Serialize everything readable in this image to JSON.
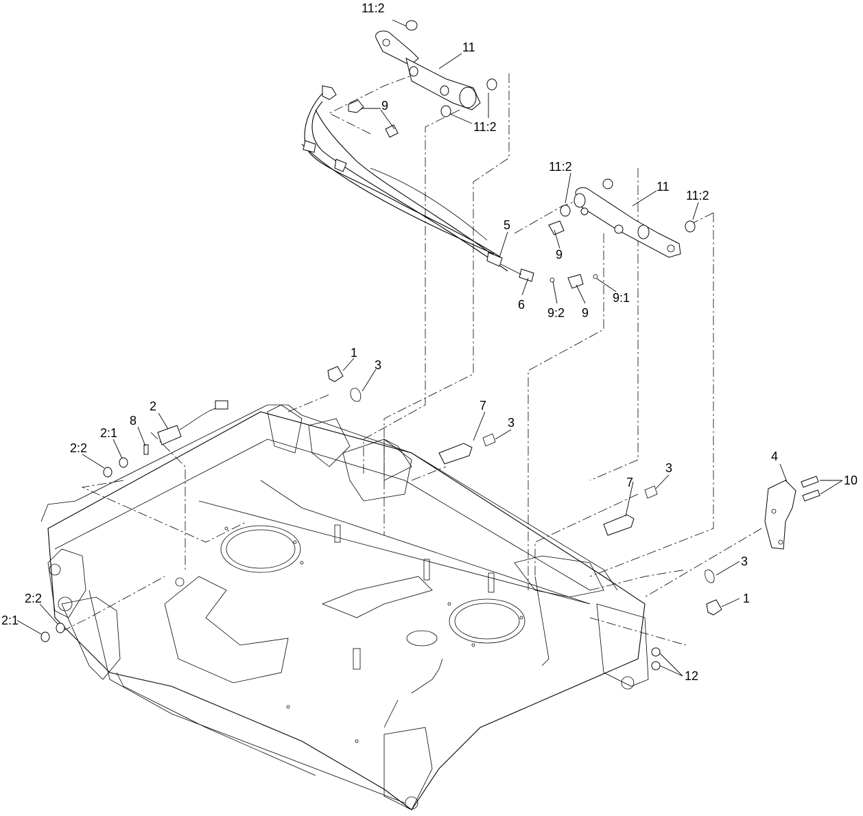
{
  "callouts": [
    {
      "id": "c1",
      "text": "11:2"
    },
    {
      "id": "c2",
      "text": "11"
    },
    {
      "id": "c3",
      "text": "9"
    },
    {
      "id": "c4",
      "text": "11:2"
    },
    {
      "id": "c5",
      "text": "11:2"
    },
    {
      "id": "c6",
      "text": "11"
    },
    {
      "id": "c7",
      "text": "11:2"
    },
    {
      "id": "c8",
      "text": "5"
    },
    {
      "id": "c9",
      "text": "9"
    },
    {
      "id": "c10",
      "text": "6"
    },
    {
      "id": "c11",
      "text": "9:2"
    },
    {
      "id": "c12",
      "text": "9"
    },
    {
      "id": "c13",
      "text": "9:1"
    },
    {
      "id": "c14",
      "text": "1"
    },
    {
      "id": "c15",
      "text": "3"
    },
    {
      "id": "c16",
      "text": "2"
    },
    {
      "id": "c17",
      "text": "8"
    },
    {
      "id": "c18",
      "text": "2:1"
    },
    {
      "id": "c19",
      "text": "2:2"
    },
    {
      "id": "c20",
      "text": "7"
    },
    {
      "id": "c21",
      "text": "3"
    },
    {
      "id": "c22",
      "text": "4"
    },
    {
      "id": "c23",
      "text": "10"
    },
    {
      "id": "c24",
      "text": "7"
    },
    {
      "id": "c25",
      "text": "3"
    },
    {
      "id": "c26",
      "text": "3"
    },
    {
      "id": "c27",
      "text": "1"
    },
    {
      "id": "c28",
      "text": "2:2"
    },
    {
      "id": "c29",
      "text": "2:1"
    },
    {
      "id": "c30",
      "text": "12"
    }
  ]
}
